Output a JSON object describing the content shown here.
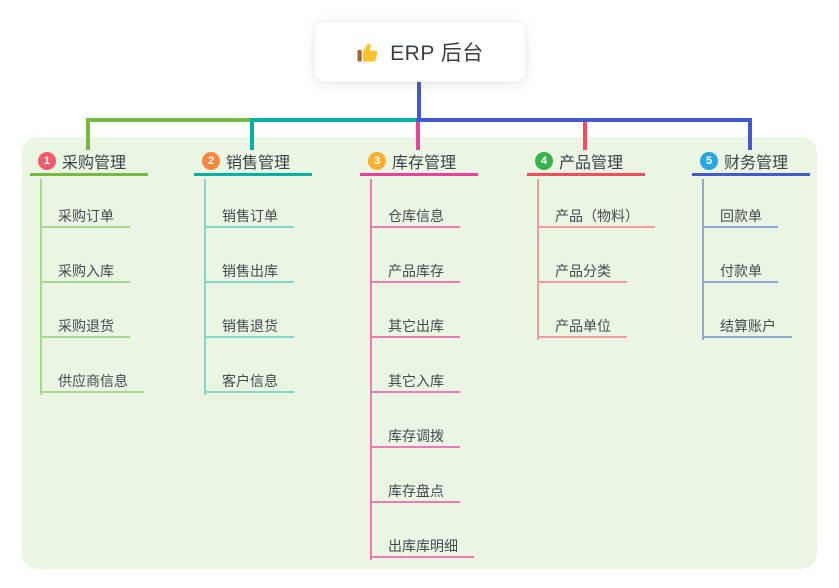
{
  "root": {
    "title": "ERP 后台",
    "icon": "thumbs-up-icon"
  },
  "branches": [
    {
      "index": "1",
      "label": "采购管理",
      "color": "#76b943",
      "light_color": "#a6d88d",
      "badge_color": "#f25c6c",
      "children": [
        "采购订单",
        "采购入库",
        "采购退货",
        "供应商信息"
      ]
    },
    {
      "index": "2",
      "label": "销售管理",
      "color": "#00b2a4",
      "light_color": "#7fd8ca",
      "badge_color": "#f6883f",
      "children": [
        "销售订单",
        "销售出库",
        "销售退货",
        "客户信息"
      ]
    },
    {
      "index": "3",
      "label": "库存管理",
      "color": "#e8429a",
      "light_color": "#f07ab8",
      "badge_color": "#fcb02f",
      "children": [
        "仓库信息",
        "产品库存",
        "其它出库",
        "其它入库",
        "库存调拨",
        "库存盘点",
        "出库库明细"
      ]
    },
    {
      "index": "4",
      "label": "产品管理",
      "color": "#f0505d",
      "light_color": "#f59aa1",
      "badge_color": "#3cb24d",
      "children": [
        "产品（物料）",
        "产品分类",
        "产品单位"
      ]
    },
    {
      "index": "5",
      "label": "财务管理",
      "color": "#4459cd",
      "light_color": "#8fa7d9",
      "badge_color": "#2aa7e0",
      "children": [
        "回款单",
        "付款单",
        "结算账户"
      ]
    }
  ],
  "connector_colors": {
    "root_line": "#4459cd",
    "background_panel": "#eaf6e3"
  }
}
